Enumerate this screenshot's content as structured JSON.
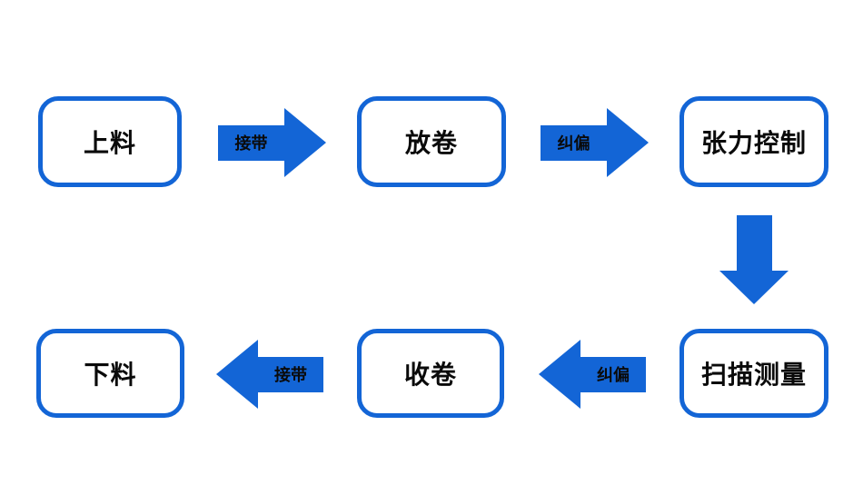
{
  "flow": {
    "title_implicit": "roll-to-roll process flow",
    "nodes": [
      {
        "id": "loading",
        "label": "上料"
      },
      {
        "id": "unwinding",
        "label": "放卷"
      },
      {
        "id": "tension-control",
        "label": "张力控制"
      },
      {
        "id": "scan-measure",
        "label": "扫描测量"
      },
      {
        "id": "rewinding",
        "label": "收卷"
      },
      {
        "id": "unloading",
        "label": "下料"
      }
    ],
    "connectors": [
      {
        "from": "上料",
        "to": "放卷",
        "label": "接带",
        "direction": "right"
      },
      {
        "from": "放卷",
        "to": "张力控制",
        "label": "纠偏",
        "direction": "right"
      },
      {
        "from": "张力控制",
        "to": "扫描测量",
        "label": "",
        "direction": "down"
      },
      {
        "from": "扫描测量",
        "to": "收卷",
        "label": "纠偏",
        "direction": "left"
      },
      {
        "from": "收卷",
        "to": "下料",
        "label": "接带",
        "direction": "left"
      }
    ],
    "colors": {
      "accent": "#1365d6",
      "box_fill": "#ffffff",
      "text": "#0a0a0a"
    }
  }
}
